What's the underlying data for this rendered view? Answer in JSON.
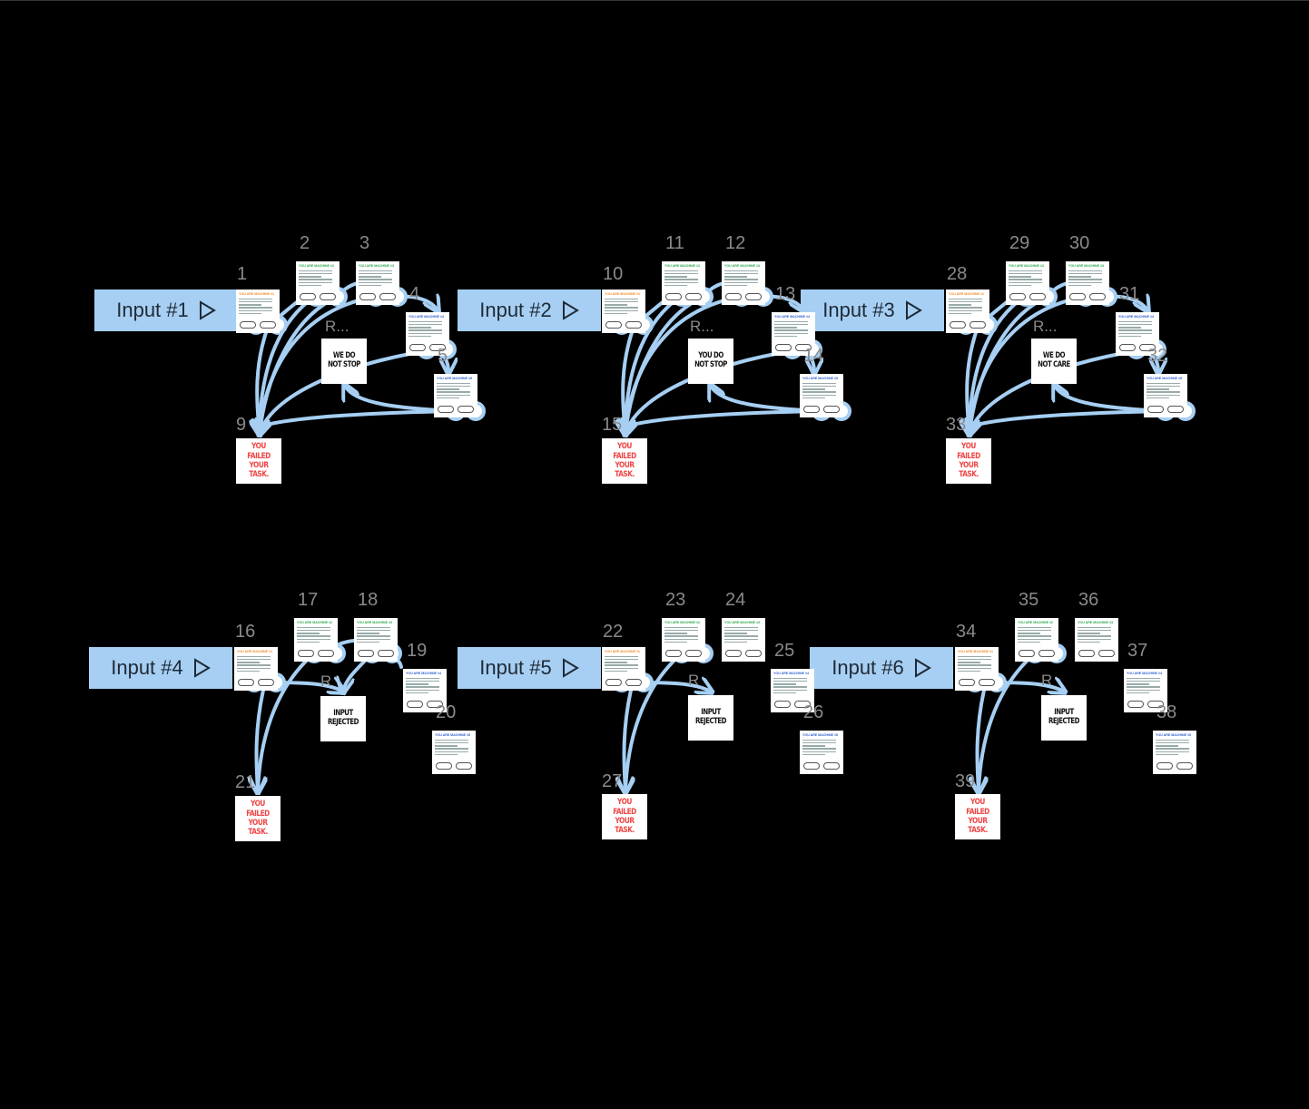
{
  "colors": {
    "wire": "#a6cff3",
    "background": "#000000",
    "fail_text": "#f04545",
    "label": "#8a8a8a"
  },
  "icons": {
    "play": "play-triangle-icon",
    "connector": "connector-node-icon",
    "arrow": "arrow-head-icon"
  },
  "inputs": [
    {
      "label": "Input #1"
    },
    {
      "label": "Input #2"
    },
    {
      "label": "Input #3"
    },
    {
      "label": "Input #4"
    },
    {
      "label": "Input #5"
    },
    {
      "label": "Input #6"
    }
  ],
  "frames": [
    {
      "number": "1",
      "heading": "YOU ARE MACHINE #1",
      "accent": "#f28c28"
    },
    {
      "number": "2",
      "heading": "YOU ARE MACHINE #2",
      "accent": "#2aa84a"
    },
    {
      "number": "3",
      "heading": "YOU ARE MACHINE #3",
      "accent": "#2aa84a"
    },
    {
      "number": "4",
      "heading": "YOU ARE MACHINE #4",
      "accent": "#2f5fd0"
    },
    {
      "number": "5",
      "heading": "YOU ARE MACHINE #5",
      "accent": "#2f5fd0"
    },
    {
      "number": "10",
      "heading": "YOU ARE MACHINE #1",
      "accent": "#f28c28"
    },
    {
      "number": "11",
      "heading": "YOU ARE MACHINE #2",
      "accent": "#2aa84a"
    },
    {
      "number": "12",
      "heading": "YOU ARE MACHINE #3",
      "accent": "#2aa84a"
    },
    {
      "number": "13",
      "heading": "YOU ARE MACHINE #4",
      "accent": "#2f5fd0"
    },
    {
      "number": "14",
      "heading": "YOU ARE MACHINE #5",
      "accent": "#2f5fd0"
    },
    {
      "number": "28",
      "heading": "YOU ARE MACHINE #1",
      "accent": "#f28c28"
    },
    {
      "number": "29",
      "heading": "YOU ARE MACHINE #2",
      "accent": "#2aa84a"
    },
    {
      "number": "30",
      "heading": "YOU ARE MACHINE #3",
      "accent": "#2aa84a"
    },
    {
      "number": "31",
      "heading": "YOU ARE MACHINE #4",
      "accent": "#2f5fd0"
    },
    {
      "number": "32",
      "heading": "YOU ARE MACHINE #5",
      "accent": "#2f5fd0"
    },
    {
      "number": "16",
      "heading": "YOU ARE MACHINE #1",
      "accent": "#f28c28"
    },
    {
      "number": "17",
      "heading": "YOU ARE MACHINE #2",
      "accent": "#2aa84a"
    },
    {
      "number": "18",
      "heading": "YOU ARE MACHINE #3",
      "accent": "#2aa84a"
    },
    {
      "number": "19",
      "heading": "YOU ARE MACHINE #4",
      "accent": "#2f5fd0"
    },
    {
      "number": "20",
      "heading": "YOU ARE MACHINE #5",
      "accent": "#2f5fd0"
    },
    {
      "number": "22",
      "heading": "YOU ARE MACHINE #1",
      "accent": "#f28c28"
    },
    {
      "number": "23",
      "heading": "YOU ARE MACHINE #2",
      "accent": "#2aa84a"
    },
    {
      "number": "24",
      "heading": "YOU ARE MACHINE #3",
      "accent": "#2aa84a"
    },
    {
      "number": "25",
      "heading": "YOU ARE MACHINE #4",
      "accent": "#2f5fd0"
    },
    {
      "number": "26",
      "heading": "YOU ARE MACHINE #5",
      "accent": "#2f5fd0"
    },
    {
      "number": "34",
      "heading": "YOU ARE MACHINE #1",
      "accent": "#f28c28"
    },
    {
      "number": "35",
      "heading": "YOU ARE MACHINE #2",
      "accent": "#2aa84a"
    },
    {
      "number": "36",
      "heading": "YOU ARE MACHINE #3",
      "accent": "#2aa84a"
    },
    {
      "number": "37",
      "heading": "YOU ARE MACHINE #4",
      "accent": "#2f5fd0"
    },
    {
      "number": "38",
      "heading": "YOU ARE MACHINE #5",
      "accent": "#2f5fd0"
    }
  ],
  "cards": [
    {
      "number": "",
      "text": "WE DO NOT STOP",
      "kind": "msg"
    },
    {
      "number": "",
      "text": "YOU DO NOT STOP",
      "kind": "msg"
    },
    {
      "number": "",
      "text": "WE DO NOT CARE",
      "kind": "msg"
    },
    {
      "number": "",
      "text": "INPUT REJECTED",
      "kind": "msg"
    },
    {
      "number": "",
      "text": "INPUT REJECTED",
      "kind": "msg"
    },
    {
      "number": "",
      "text": "INPUT REJECTED",
      "kind": "msg"
    },
    {
      "number": "9",
      "text": "YOU FAILED YOUR TASK.",
      "kind": "fail"
    },
    {
      "number": "15",
      "text": "YOU FAILED YOUR TASK.",
      "kind": "fail"
    },
    {
      "number": "33",
      "text": "YOU FAILED YOUR TASK.",
      "kind": "fail"
    },
    {
      "number": "21",
      "text": "YOU FAILED YOUR TASK.",
      "kind": "fail"
    },
    {
      "number": "27",
      "text": "YOU FAILED YOUR TASK.",
      "kind": "fail"
    },
    {
      "number": "39",
      "text": "YOU FAILED YOUR TASK.",
      "kind": "fail"
    }
  ],
  "route_labels": [
    "R...",
    "R...",
    "R...",
    "R",
    "R",
    "R"
  ]
}
